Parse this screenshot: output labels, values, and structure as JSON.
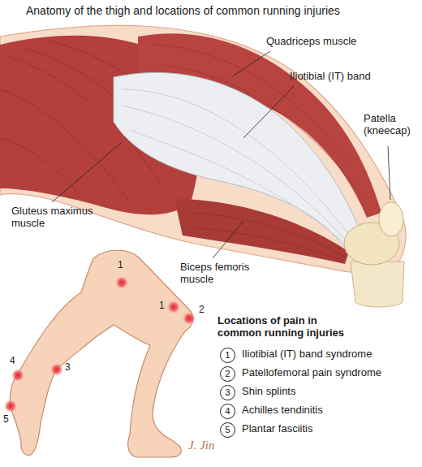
{
  "diagram": {
    "title": "Anatomy of the thigh and locations of common running injuries",
    "nodes": [
      {
        "text": [
          "1"
        ]
      },
      {
        "text": [
          "2"
        ]
      },
      {
        "text": [
          "3"
        ]
      },
      {
        "text": [
          "4"
        ]
      },
      {
        "text": [
          "5"
        ]
      }
    ],
    "labels": [
      "Quadriceps muscle",
      "Iliotibial (IT) band",
      "Patella (kneecap)",
      "Gluteus maximus muscle",
      "Biceps femoris muscle",
      "1",
      "1",
      "2",
      "3",
      "4",
      "5",
      "Locations of pain in common running injuries",
      "J. Jin"
    ],
    "legend": [
      {
        "text": "Iliotibial (IT) band syndrome"
      },
      {
        "text": "Patellofemoral pain syndrome"
      },
      {
        "text": "Shin splints"
      },
      {
        "text": "Achilles tendinitis"
      },
      {
        "text": "Plantar fasciitis"
      }
    ]
  }
}
